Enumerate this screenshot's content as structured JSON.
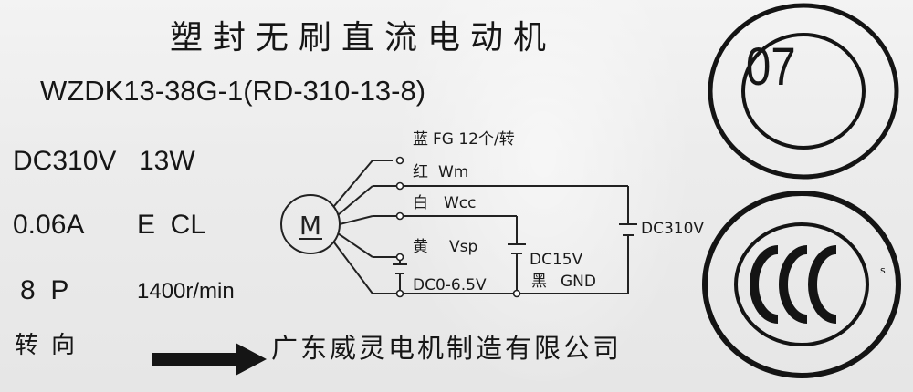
{
  "plate": {
    "title": "塑封无刷直流电动机",
    "model": "WZDK13-38G-1(RD-310-13-8)",
    "specs": {
      "voltage": "DC310V",
      "power": "13W",
      "current": "0.06A",
      "insulation": "E  CL",
      "poles": "8  P",
      "speed": "1400r/min"
    },
    "direction_label": "转向",
    "manufacturer": "广东威灵电机制造有限公司"
  },
  "wiring": {
    "motor_symbol": "M",
    "wires": [
      {
        "color": "蓝",
        "signal": "FG 12个/转"
      },
      {
        "color": "红",
        "signal": "Wm"
      },
      {
        "color": "白",
        "signal": "Wcc"
      },
      {
        "color": "黄",
        "signal": "Vsp"
      },
      {
        "color": "黑",
        "signal": "GND"
      }
    ],
    "supplies": {
      "vsp_range": "DC0-6.5V",
      "control": "DC15V",
      "main": "DC310V"
    }
  },
  "badges": {
    "code": "07",
    "certification": "CCC"
  },
  "icons": {
    "direction": "right-arrow-icon"
  }
}
